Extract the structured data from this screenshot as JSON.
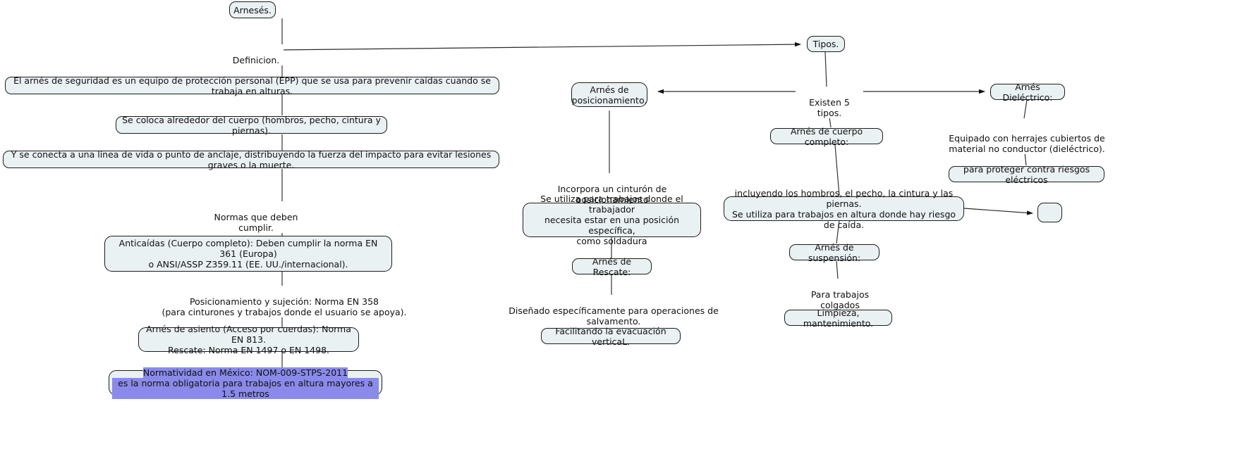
{
  "map": {
    "title": "Arnesés.",
    "background": "#ffffff",
    "node_fill": "#eaf1f3",
    "node_border": "#1c1c1c",
    "selection_highlight": "#8a8aea",
    "edge_color": "#2b2b2b"
  },
  "nodes": [
    {
      "id": "root",
      "text": "Arnesés."
    },
    {
      "id": "def_box",
      "text": "El arnés de seguridad es un equipo de protección personal (EPP) que se usa para prevenir caídas cuando se trabaja en alturas."
    },
    {
      "id": "body_box",
      "text": "Se coloca alrededor del cuerpo (hombros, pecho, cintura y piernas)."
    },
    {
      "id": "lifeline_box",
      "text": "Y se conecta a una línea de vida o punto de anclaje, distribuyendo la fuerza del impacto para evitar lesiones graves o la muerte."
    },
    {
      "id": "anticaidas_box",
      "text": "Anticaídas (Cuerpo completo): Deben cumplir la norma EN 361 (Europa)\no ANSI/ASSP Z359.11 (EE. UU./internacional)."
    },
    {
      "id": "asiento_box",
      "text": "Arnés de asiento (Acceso por cuerdas): Norma EN 813.\nRescate: Norma EN 1497 o EN 1498."
    },
    {
      "id": "norma_mx_line1",
      "text": "Normatividad en México: NOM-009-STPS-2011"
    },
    {
      "id": "norma_mx_line2",
      "text": "es la norma obligatoria para trabajos en altura mayores a 1.5 metros"
    },
    {
      "id": "tipos",
      "text": "Tipos."
    },
    {
      "id": "posicionamiento",
      "text": "Arnés de\nposicionamiento."
    },
    {
      "id": "posic_desc",
      "text": "Se utiliza para trabajos donde el trabajador\nnecesita estar en una posición específica,\ncomo soldadura"
    },
    {
      "id": "rescate",
      "text": "Arnés de Rescate:"
    },
    {
      "id": "evacuacion",
      "text": "Facilitando la evacuación verticaL."
    },
    {
      "id": "cuerpo_completo",
      "text": "Arnés de cuerpo completo:"
    },
    {
      "id": "cuerpo_desc",
      "text": "incluyendo los hombros, el pecho, la cintura y las piernas.\nSe utiliza para trabajos en altura donde hay riesgo de caída."
    },
    {
      "id": "suspension",
      "text": "Arnés de suspensión:"
    },
    {
      "id": "limpieza",
      "text": "Limpieza, mantenimiento."
    },
    {
      "id": "dielectrico",
      "text": "Arnés Dieléctrico:"
    },
    {
      "id": "electrico_box",
      "text": "para proteger contra riesgos eléctricos"
    },
    {
      "id": "empty_box",
      "text": ""
    }
  ],
  "link_labels": [
    {
      "id": "definicion",
      "text": "Definicion."
    },
    {
      "id": "normas",
      "text": "Normas que deben cumplir."
    },
    {
      "id": "posicionamiento_norma",
      "text": "Posicionamiento y sujeción: Norma EN 358\n(para cinturones y trabajos donde el usuario se apoya)."
    },
    {
      "id": "existen5",
      "text": "Existen 5 tipos."
    },
    {
      "id": "cinturon",
      "text": "Incorpora un cinturón de posicionamiento"
    },
    {
      "id": "salvamento",
      "text": "Diseñado específicamente para operaciones de salvamento."
    },
    {
      "id": "colgados",
      "text": "Para trabajos colgados"
    },
    {
      "id": "herrajes",
      "text": "Equipado con herrajes cubiertos de\nmaterial no conductor (dieléctrico)."
    }
  ]
}
